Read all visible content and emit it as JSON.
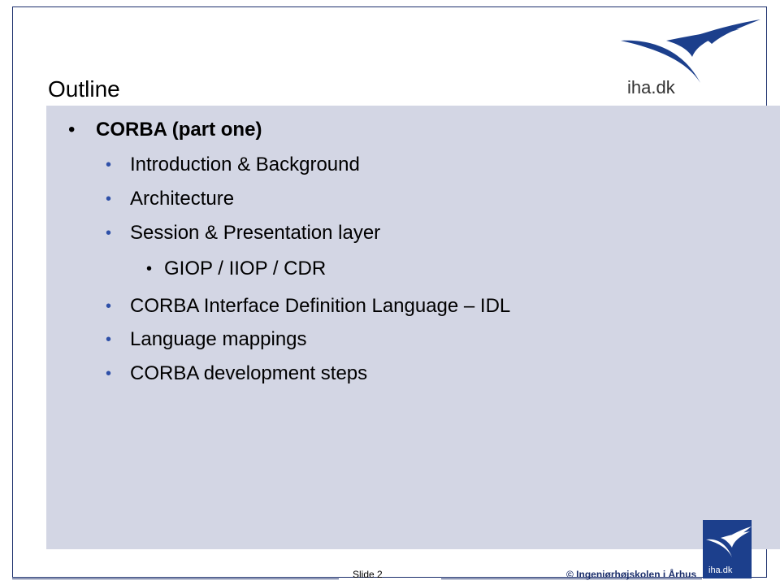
{
  "slide": {
    "title": "Outline",
    "logo_text": "iha.dk",
    "items": [
      {
        "level": 1,
        "bullet": "•",
        "text": "CORBA (part one)"
      },
      {
        "level": 2,
        "bullet": "•",
        "text": "Introduction & Background"
      },
      {
        "level": 2,
        "bullet": "•",
        "text": "Architecture"
      },
      {
        "level": 2,
        "bullet": "•",
        "text": "Session & Presentation layer"
      },
      {
        "level": 3,
        "bullet": "•",
        "text": "GIOP / IIOP / CDR"
      },
      {
        "level": 2,
        "bullet": "•",
        "text": "CORBA Interface Definition Language – IDL"
      },
      {
        "level": 2,
        "bullet": "•",
        "text": "Language mappings"
      },
      {
        "level": 2,
        "bullet": "•",
        "text": "CORBA development steps"
      }
    ]
  },
  "footer": {
    "slide_number": "Slide 2",
    "copyright": "© Ingeniørhøjskolen i Århus",
    "logo_text": "iha.dk"
  },
  "colors": {
    "panel": "#d3d6e4",
    "brand_blue": "#1c3f8c",
    "bullet_level2": "#2e50a8"
  }
}
